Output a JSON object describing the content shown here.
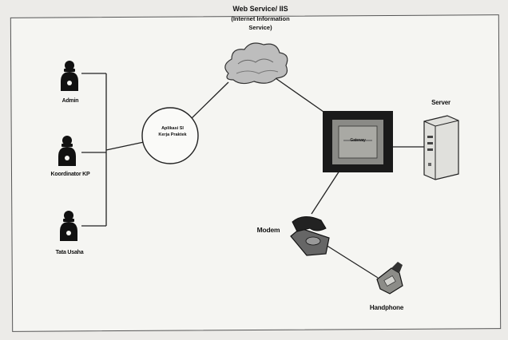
{
  "diagram": {
    "nodes": {
      "admin": {
        "label": "Admin"
      },
      "koordinator": {
        "label": "Koordinator KP"
      },
      "tata_usaha": {
        "label": "Tata Usaha"
      },
      "aplikasi": {
        "line1": "Aplikasi SI",
        "line2": "Kerja Praktek"
      },
      "web_service": {
        "title": "Web Service/ IIS",
        "line2": "(Internet Information",
        "line3": "Service)"
      },
      "gateway": {
        "label": "Gateway"
      },
      "server": {
        "label": "Server"
      },
      "modem": {
        "label": "Modem"
      },
      "handphone": {
        "label": "Handphone"
      }
    },
    "connections": [
      [
        "admin",
        "aplikasi"
      ],
      [
        "koordinator",
        "aplikasi"
      ],
      [
        "tata_usaha",
        "aplikasi"
      ],
      [
        "aplikasi",
        "web_service"
      ],
      [
        "web_service",
        "gateway"
      ],
      [
        "gateway",
        "server"
      ],
      [
        "gateway",
        "modem"
      ],
      [
        "modem",
        "handphone"
      ]
    ],
    "colors": {
      "ink": "#111111",
      "line": "#222222",
      "paper": "#f5f5f2"
    }
  }
}
